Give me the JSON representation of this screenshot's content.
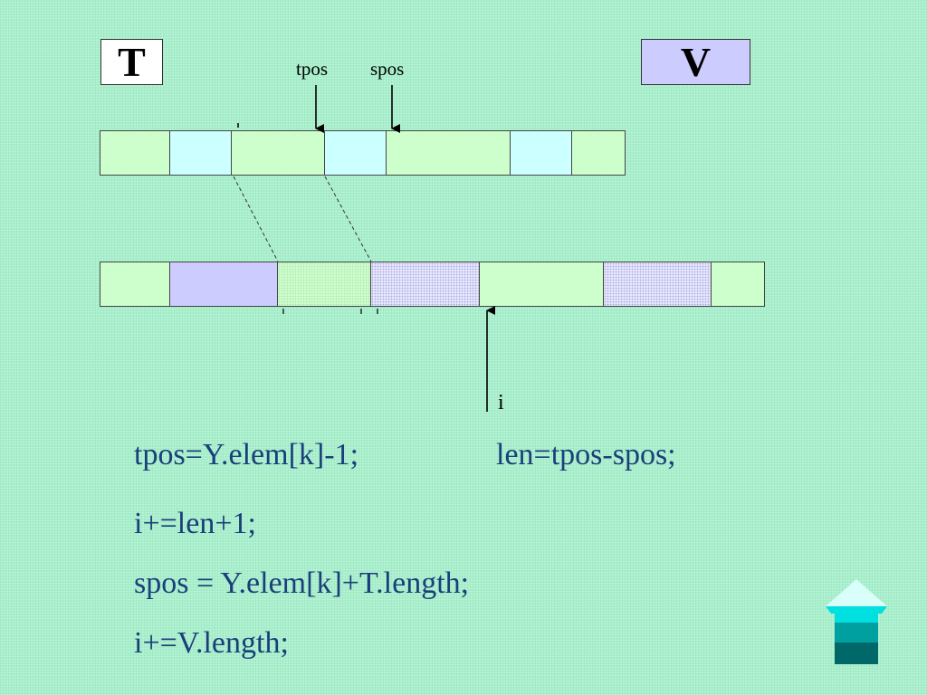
{
  "labels": {
    "t_box": "T",
    "v_box": "V",
    "tpos": "tpos",
    "spos": "spos",
    "i": "i"
  },
  "code_lines": {
    "line1_left": "tpos=Y.elem[k]-1;",
    "line1_right": "len=tpos-spos;",
    "line2": "i+=len+1;",
    "line3": "spos = Y.elem[k]+T.length;",
    "line4": "i+=V.length;"
  },
  "colors": {
    "background": "#a8f0cc",
    "cell_green": "#ccffcc",
    "cell_cyan": "#ccffff",
    "cell_blue": "#ccccff",
    "code_text": "#1a3f7a",
    "nav_arrow": "#00a0a0"
  },
  "icons": {
    "nav": "up-arrow-icon"
  }
}
